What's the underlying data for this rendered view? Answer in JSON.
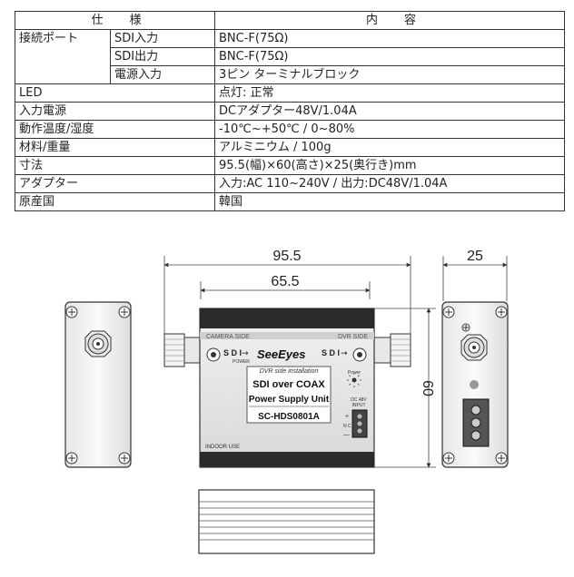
{
  "spec_table": {
    "header": {
      "item": "仕　　様",
      "content": "内　　容"
    },
    "rows": [
      {
        "label": "接続ポート",
        "sub": "SDI入力",
        "value": "BNC-F(75Ω)"
      },
      {
        "sub": "SDI出力",
        "value": "BNC-F(75Ω)"
      },
      {
        "sub": "電源入力",
        "value": "3ピン ターミナルブロック"
      },
      {
        "label": "LED",
        "value": "点灯: 正常"
      },
      {
        "label": "入力電源",
        "value": "DCアダプター48V/1.04A"
      },
      {
        "label": "動作温度/湿度",
        "value": "-10℃~+50℃ / 0~80%"
      },
      {
        "label": "材料/重量",
        "value": "アルミニウム / 100g"
      },
      {
        "label": "寸法",
        "value": "95.5(幅)×60(高さ)×25(奥行き)mm"
      },
      {
        "label": "アダプター",
        "value": "入力:AC 110~240V / 出力:DC48V/1.04A"
      },
      {
        "label": "原産国",
        "value": "韓国"
      }
    ]
  },
  "drawing": {
    "dim_width_total": "95.5",
    "dim_width_body": "65.5",
    "dim_depth": "25",
    "dim_height": "60",
    "label_camera_side": "CAMERA SIDE",
    "label_dvr_side": "DVR SIDE",
    "brand": "SeeEyes",
    "sdi_left": "S D I",
    "sdi_left_arrow_caption": "POWER",
    "sdi_right": "S D I",
    "subtitle": "DVR side installation",
    "title_line1": "SDI over COAX",
    "title_line2": "Power Supply Unit",
    "model": "SC-HDS0801A",
    "indoor": "INDOOR USE",
    "power_label": "Power",
    "dc_input_line1": "DC 48V",
    "dc_input_line2": "INPUT",
    "terminal_plus": "+",
    "terminal_nc": "N C",
    "terminal_minus": "—"
  }
}
